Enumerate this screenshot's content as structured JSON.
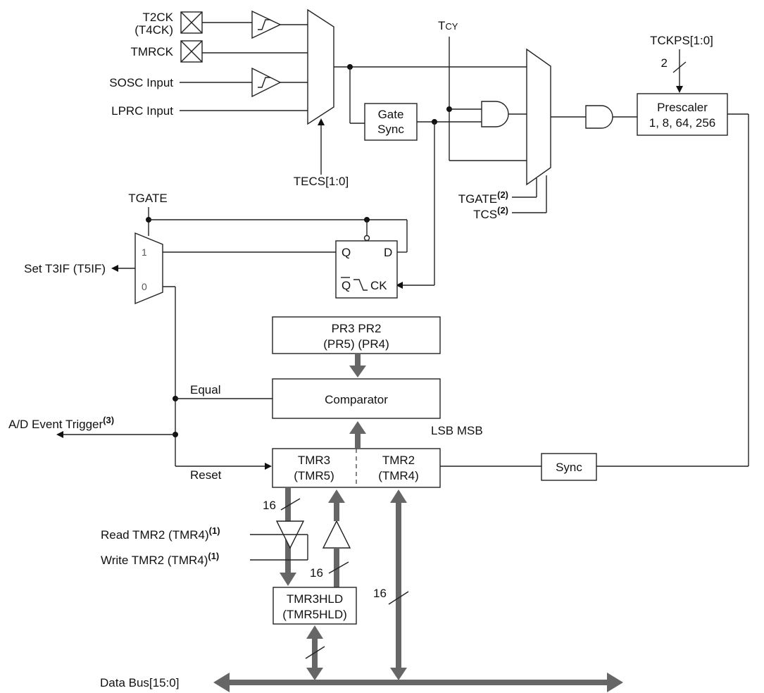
{
  "inputs": {
    "t2ck": "T2CK",
    "t4ck": "(T4CK)",
    "tmrck": "TMRCK",
    "sosc": "SOSC Input",
    "lprc": "LPRC Input"
  },
  "control": {
    "tcy": "T",
    "tcy_sub": "CY",
    "tecs": "TECS[1:0]",
    "tckps": "TCKPS[1:0]",
    "tckps_width": "2",
    "tgate_top": "TGATE",
    "tgate_mux": "TGATE",
    "tgate_note": "(2)",
    "tcs": "TCS",
    "tcs_note": "(2)"
  },
  "blocks": {
    "gate_sync_1": "Gate",
    "gate_sync_2": "Sync",
    "prescaler_1": "Prescaler",
    "prescaler_2": "1, 8, 64, 256",
    "pr_1": "PR3 PR2",
    "pr_2": "(PR5) (PR4)",
    "comparator": "Comparator",
    "tmr3_1": "TMR3",
    "tmr3_2": "(TMR5)",
    "tmr2_1": "TMR2",
    "tmr2_2": "(TMR4)",
    "sync": "Sync",
    "hld_1": "TMR3HLD",
    "hld_2": "(TMR5HLD)",
    "lsb_msb": "LSB MSB"
  },
  "flipflop": {
    "q": "Q",
    "d": "D",
    "qbar": "Q",
    "ck": "CK"
  },
  "mux_out": {
    "in1": "1",
    "in0": "0"
  },
  "outputs": {
    "set_t3if": "Set T3IF (T5IF)",
    "ad_trigger": "A/D Event Trigger",
    "ad_note": "(3)",
    "equal": "Equal",
    "reset": "Reset"
  },
  "bus": {
    "read_tmr2": "Read TMR2 (TMR4)",
    "write_tmr2": "Write TMR2 (TMR4)",
    "note1": "(1)",
    "w16_a": "16",
    "w16_b": "16",
    "w16_c": "16",
    "data_bus": "Data Bus[15:0]"
  }
}
